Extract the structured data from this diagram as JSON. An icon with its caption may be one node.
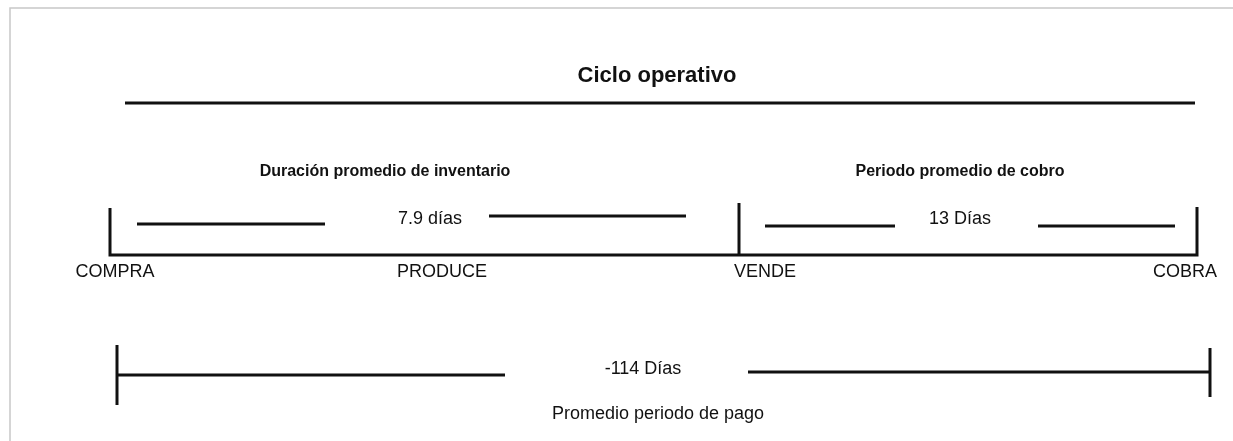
{
  "diagram": {
    "title": "Ciclo operativo",
    "labels": [
      "Duración promedio de inventario",
      "Periodo promedio de cobro",
      "7.9 días",
      "13 Días",
      "COMPRA",
      "PRODUCE",
      "VENDE",
      "COBRA",
      "-114 Días",
      "Promedio periodo de pago"
    ]
  }
}
